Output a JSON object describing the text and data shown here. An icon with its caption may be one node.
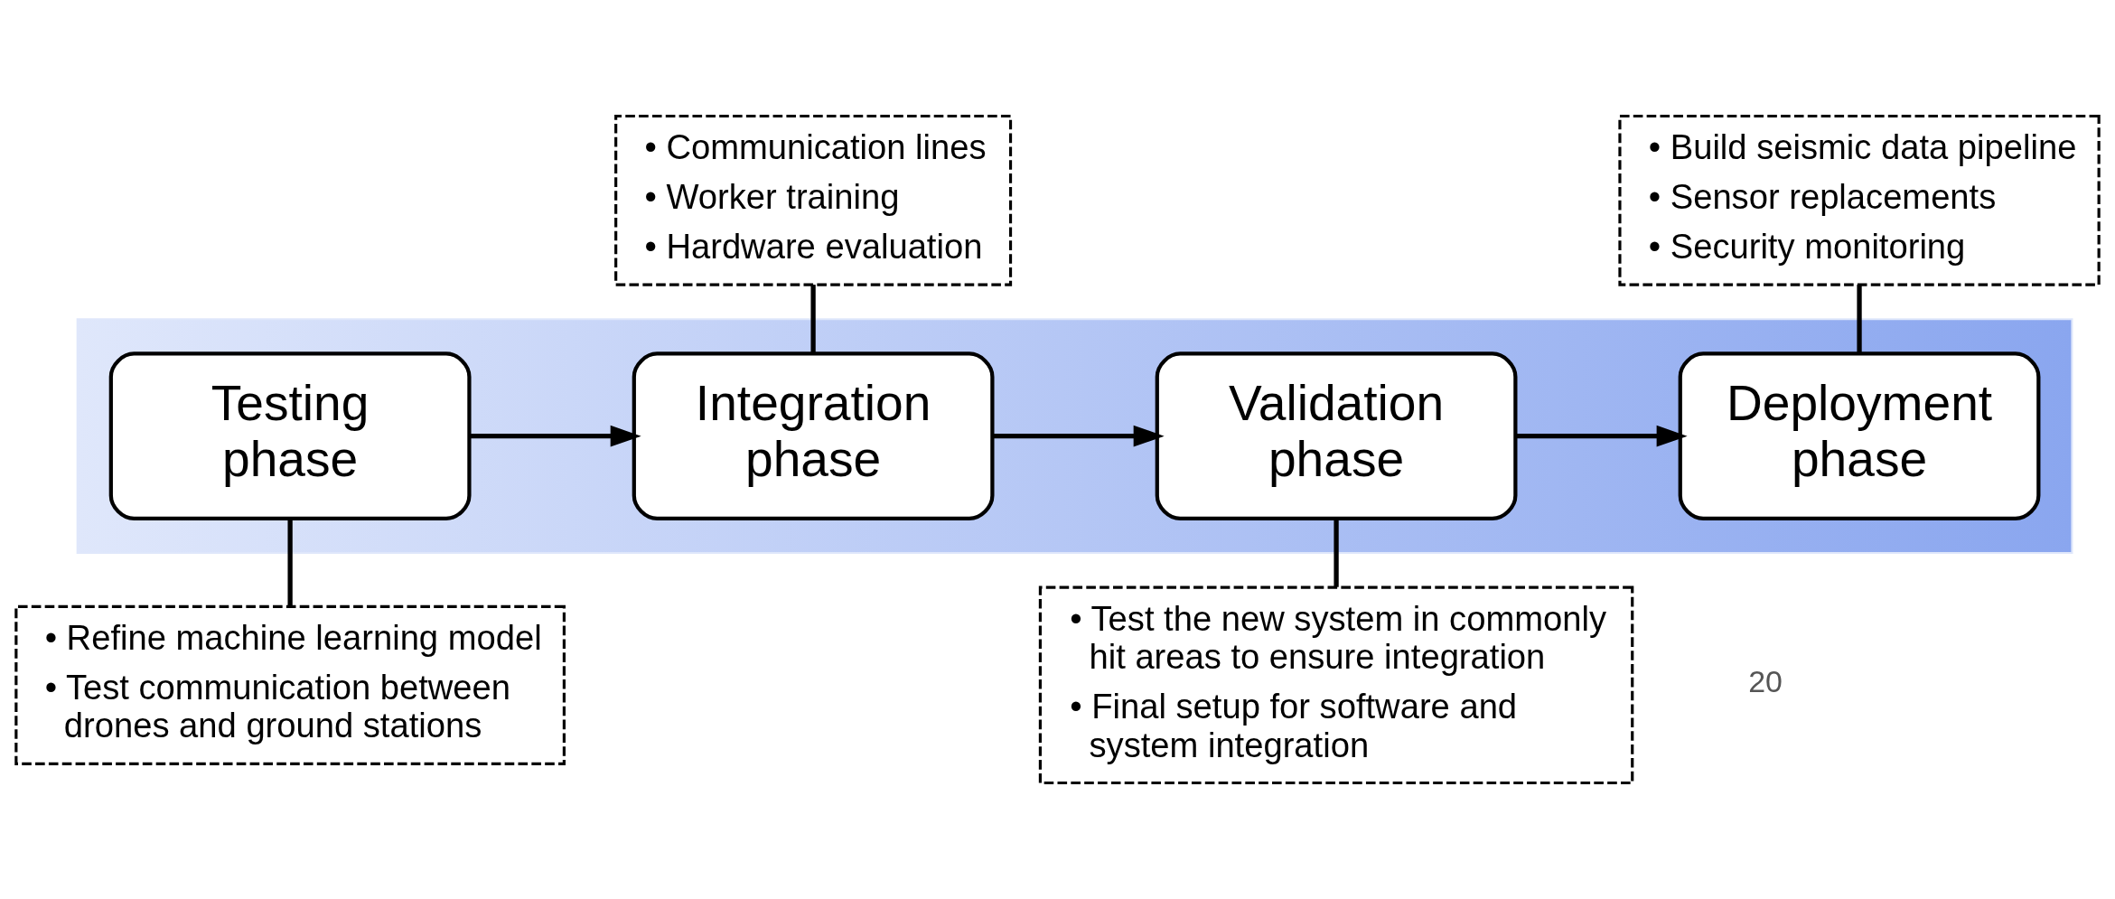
{
  "diagram": {
    "nodes": [
      {
        "text": [
          "• Communication lines",
          "• Worker training",
          "• Hardware evaluation"
        ]
      },
      {
        "text": [
          "• Build seismic data pipeline",
          "• Sensor replacements",
          "• Security monitoring"
        ]
      },
      {
        "text": [],
        "shape": "bar"
      },
      {
        "text": [
          "Testing phase"
        ],
        "in": 2
      },
      {
        "text": [
          "Integration phase"
        ],
        "in": 2
      },
      {
        "text": [
          "Validation phase"
        ],
        "in": 2
      },
      {
        "text": [
          "Deployment phase"
        ],
        "in": 2
      },
      {
        "text": [
          "• Refine machine learning model",
          "• Test communication between drones and ground stations"
        ]
      },
      {
        "text": [
          "• Test the new system in commonly hit areas to ensure integration",
          "• Final setup for software and system integration"
        ]
      }
    ],
    "edges": [
      {
        "from": 3,
        "to": 4,
        "arrow": "to"
      },
      {
        "from": 4,
        "to": 5,
        "arrow": "to"
      },
      {
        "from": 5,
        "to": 6,
        "arrow": "to"
      },
      {
        "from": 0,
        "to": 4,
        "arrow": "none"
      },
      {
        "from": 1,
        "to": 6,
        "arrow": "none"
      },
      {
        "from": 3,
        "to": 7,
        "arrow": "none"
      },
      {
        "from": 5,
        "to": 8,
        "arrow": "none"
      }
    ],
    "labels": [
      "20"
    ]
  }
}
